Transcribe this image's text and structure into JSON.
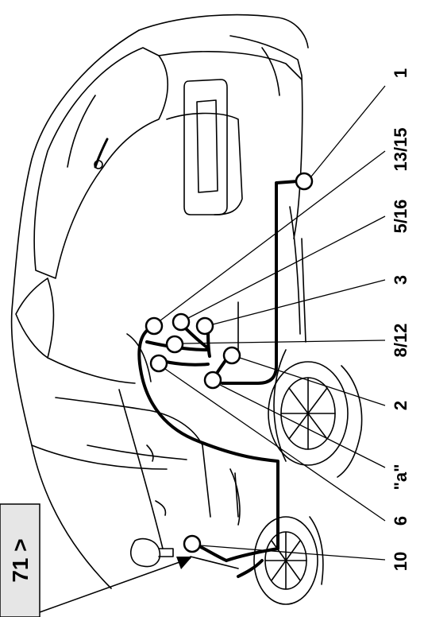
{
  "reference_tab": {
    "text": "71 >"
  },
  "callouts": [
    {
      "id": "c1",
      "label": "1"
    },
    {
      "id": "c2",
      "label": "13/15"
    },
    {
      "id": "c3",
      "label": "5/16"
    },
    {
      "id": "c4",
      "label": "3"
    },
    {
      "id": "c5",
      "label": "8/12"
    },
    {
      "id": "c6",
      "label": "2"
    },
    {
      "id": "c7",
      "label": "\"a\""
    },
    {
      "id": "c8",
      "label": "6"
    },
    {
      "id": "c9",
      "label": "10"
    }
  ],
  "colors": {
    "line": "#000000",
    "tab_fill": "#e6e6e6",
    "background": "#ffffff"
  }
}
